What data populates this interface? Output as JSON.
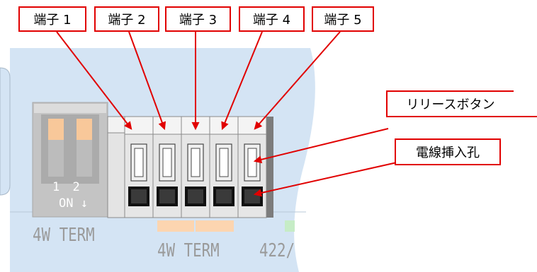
{
  "terminals": [
    {
      "label": "端子 1"
    },
    {
      "label": "端子 2"
    },
    {
      "label": "端子 3"
    },
    {
      "label": "端子 4"
    },
    {
      "label": "端子 5"
    }
  ],
  "callouts": {
    "release_button": "リリースボタン",
    "wire_hole": "電線挿入孔"
  },
  "dip_switch": {
    "numbers": "1 2",
    "on_label": "ON ↓"
  },
  "device_text": {
    "term_a": "4W TERM",
    "term_b": "4W TERM",
    "term_c": "422/"
  },
  "colors": {
    "callout": "#e10000",
    "device_body": "#d4e4f4",
    "switch_knob": "#f8c89a",
    "hole": "#3a3a3a"
  }
}
